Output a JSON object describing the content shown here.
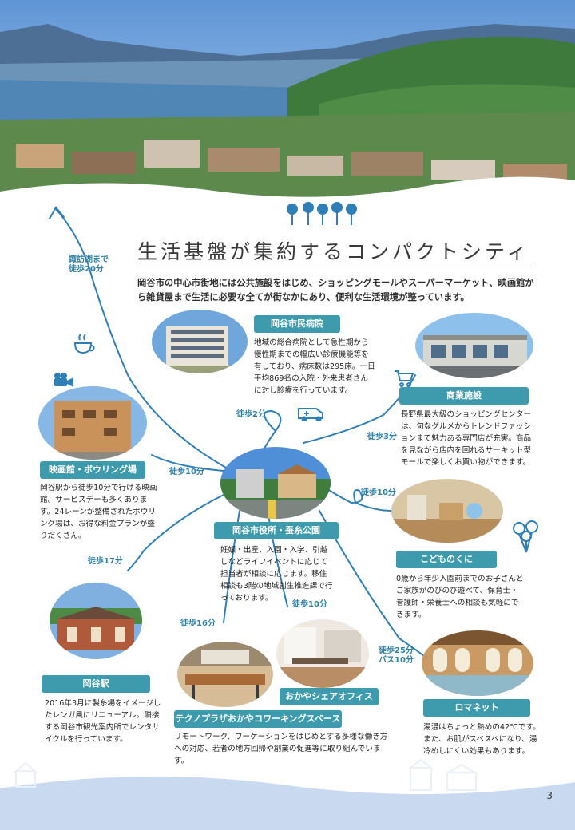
{
  "title": "生活基盤が集約するコンパクトシティ",
  "intro": "岡谷市の中心市街地には公共施設をはじめ、ショッピングモールやスーパーマーケット、映画館から雑貨屋まで生活に必要な全てが街なかにあり、便利な生活環境が整っています。",
  "lake_note": {
    "line1": "諏訪湖まで",
    "line2": "徒歩20分"
  },
  "walks": {
    "hospital": "徒歩2分",
    "shopping": "徒歩3分",
    "cinema": "徒歩10分",
    "kids": "徒歩10分",
    "station": "徒歩17分",
    "techno": "徒歩16分",
    "office": "徒歩10分",
    "romanet1": "徒歩25分",
    "romanet2": "バス10分"
  },
  "places": {
    "hospital": {
      "name": "岡谷市民病院",
      "desc": "地域の総合病院として急性期から慢性期までの幅広い診療機能等を有しており、病床数は295床。一日平均869名の入院・外来患者さんに対し診療を行っています。"
    },
    "shopping": {
      "name": "商業施設",
      "desc": "長野県最大級のショッピングセンターは、旬なグルメからトレンドファッションまで魅力ある専門店が充実。商品を見ながら店内を回れるサーキット型モールで楽しくお買い物ができます。"
    },
    "cinema": {
      "name": "映画館・ボウリング場",
      "desc": "岡谷駅から徒歩10分で行ける映画館。サービスデーも多くあります。24レーンが整備されたボウリング場は、お得な料金プランが盛りだくさん。"
    },
    "cityhall": {
      "name": "岡谷市役所・蚕糸公園",
      "desc": "妊娠・出産、入園・入学、引越しなどライフイベントに応じて担当者が相談に応じます。移住相談も3階の地域創生推進課で行っております。"
    },
    "kids": {
      "name": "こどものくに",
      "desc": "0歳から年少入園前までのお子さんとご家族がのびのび遊べて、保育士・看護師・栄養士への相談も気軽にできます。"
    },
    "station": {
      "name": "岡谷駅",
      "desc": "2016年3月に製糸場をイメージしたレンガ風にリニューアル。隣接する岡谷市観光案内所でレンタサイクルを行っています。"
    },
    "office": {
      "name": "おかやシェアオフィス"
    },
    "techno": {
      "name": "テクノプラザおかやコワーキングスペース",
      "desc": "リモートワーク、ワーケーションをはじめとする多様な働き方への対応、若者の地方回帰や創業の促進等に取り組んでいます。"
    },
    "romanet": {
      "name": "ロマネット",
      "desc": "湯温はちょっと熱めの42℃です。また、お肌がスベスベになり、湯冷めしにくい効果もあります。"
    }
  },
  "page_number": "3",
  "colors": {
    "accent": "#3d9bad",
    "path": "#2e7fb8",
    "wave": "#c9daf0"
  }
}
